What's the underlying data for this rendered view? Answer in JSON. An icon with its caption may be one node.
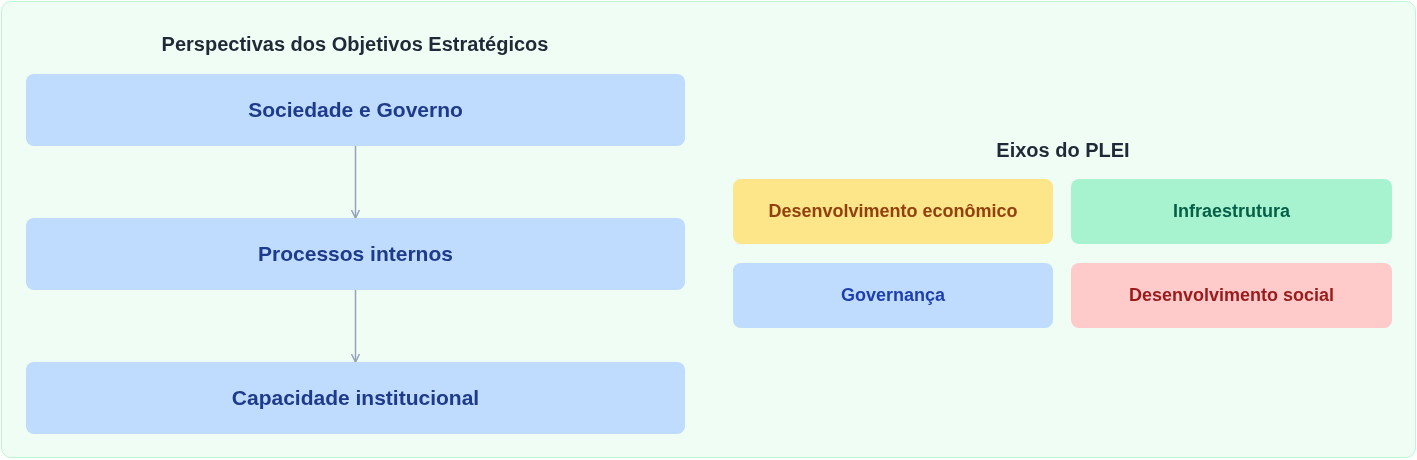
{
  "diagram": {
    "nodes": [
      {
        "text": [
          "Sociedade e Governo"
        ]
      },
      {
        "text": [
          "Processos internos"
        ]
      },
      {
        "text": [
          "Capacidade institucional"
        ]
      },
      {
        "text": [
          "Desenvolvimento econômico"
        ]
      },
      {
        "text": [
          "Infraestrutura"
        ]
      },
      {
        "text": [
          "Governança"
        ]
      },
      {
        "text": [
          "Desenvolvimento social"
        ]
      }
    ],
    "edges": [
      {
        "from": 0,
        "to": 1,
        "arrow": "to"
      },
      {
        "from": 1,
        "to": 2,
        "arrow": "to"
      }
    ],
    "labels": [
      "Perspectivas dos Objetivos Estratégicos",
      "Eixos do PLEI"
    ]
  }
}
